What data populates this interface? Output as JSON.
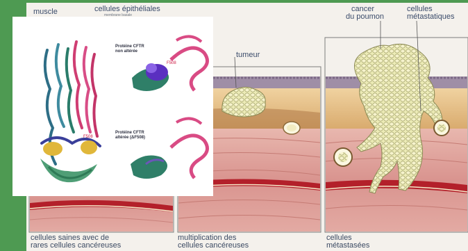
{
  "labels": {
    "muscle": "muscle",
    "epithelial": "cellules épithéliales",
    "epithelial_sub": "membrane basale",
    "tumeur": "tumeur",
    "cancer_line1": "cancer",
    "cancer_line2": "du poumon",
    "metastatic_line1": "cellules",
    "metastatic_line2": "métastatiques",
    "panel1_caption_line1": "cellules saines avec de",
    "panel1_caption_line2": "rares cellules cancéreuses",
    "panel2_caption_line1": "multiplication des",
    "panel2_caption_line2": "cellules cancéreuses",
    "panel3_caption_line1": "cellules",
    "panel3_caption_line2": "métastasées"
  },
  "inset": {
    "protein_normal_line1": "Protéine CFTR",
    "protein_normal_line2": "non altérée",
    "protein_mutant_line1": "Protéine CFTR",
    "protein_mutant_line2": "altérée (ΔF508)",
    "residue_label_1": "F508",
    "residue_label_2": "F508"
  },
  "colors": {
    "frame_green": "#4e9a52",
    "tissue_pink": "#e2a8a4",
    "tumor_cream": "#ecebb6",
    "vessel_red": "#b3202a",
    "inset_bg": "#ffffff"
  }
}
